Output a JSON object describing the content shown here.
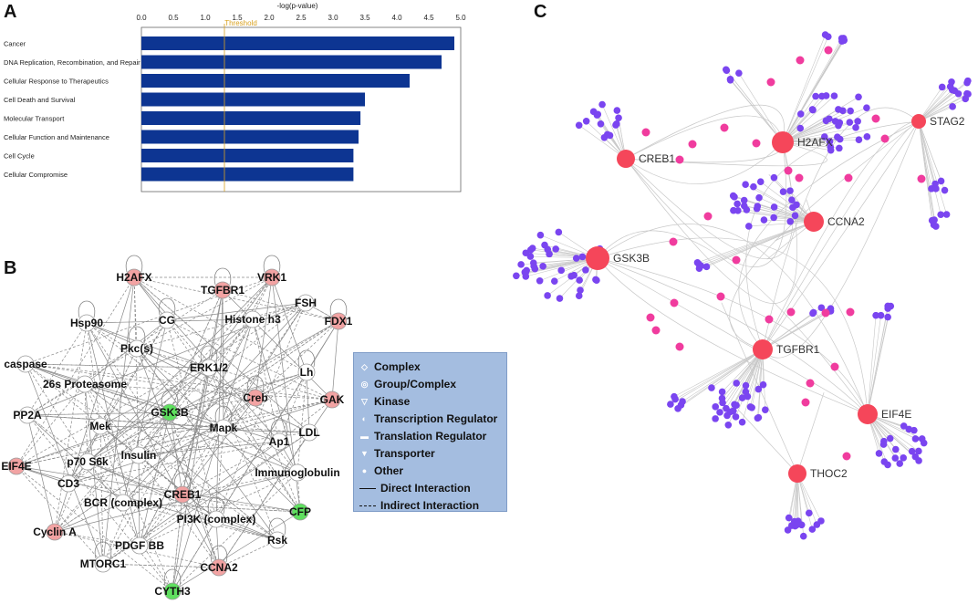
{
  "panels": {
    "a": "A",
    "b": "B",
    "c": "C"
  },
  "chart_data": {
    "type": "bar",
    "orientation": "horizontal",
    "xlabel": "-log(p-value)",
    "xlim": [
      0,
      5.0
    ],
    "ticks": [
      "0.0",
      "0.5",
      "1.0",
      "1.5",
      "2.0",
      "2.5",
      "3.0",
      "3.5",
      "4.0",
      "4.5",
      "5.0"
    ],
    "threshold": {
      "label": "Threshold",
      "value": 1.3
    },
    "categories": [
      "Cancer",
      "DNA Replication, Recombination, and Repair",
      "Cellular Response to Therapeutics",
      "Cell Death and Survival",
      "Molecular Transport",
      "Cellular Function and Maintenance",
      "Cell Cycle",
      "Cellular Compromise"
    ],
    "values": [
      4.9,
      4.7,
      4.2,
      3.5,
      3.43,
      3.4,
      3.32,
      3.32
    ],
    "bar_color": "#0d3592",
    "threshold_color": "#d9a11f"
  },
  "network_b": {
    "nodes": [
      {
        "label": "H2AFX",
        "type": "up"
      },
      {
        "label": "TGFBR1",
        "type": "up"
      },
      {
        "label": "VRK1",
        "type": "up"
      },
      {
        "label": "FSH",
        "type": "none"
      },
      {
        "label": "FDX1",
        "type": "up"
      },
      {
        "label": "Hsp90",
        "type": "none"
      },
      {
        "label": "CG",
        "type": "none"
      },
      {
        "label": "Histone h3",
        "type": "none"
      },
      {
        "label": "Pkc(s)",
        "type": "none"
      },
      {
        "label": "caspase",
        "type": "none"
      },
      {
        "label": "ERK1/2",
        "type": "none"
      },
      {
        "label": "Lh",
        "type": "none"
      },
      {
        "label": "26s Proteasome",
        "type": "none"
      },
      {
        "label": "Creb",
        "type": "up"
      },
      {
        "label": "GAK",
        "type": "up"
      },
      {
        "label": "PP2A",
        "type": "none"
      },
      {
        "label": "GSK3B",
        "type": "down"
      },
      {
        "label": "Mek",
        "type": "none"
      },
      {
        "label": "Mapk",
        "type": "none"
      },
      {
        "label": "LDL",
        "type": "none"
      },
      {
        "label": "p70 S6k",
        "type": "none"
      },
      {
        "label": "Ap1",
        "type": "none"
      },
      {
        "label": "Insulin",
        "type": "none"
      },
      {
        "label": "EIF4E",
        "type": "up"
      },
      {
        "label": "Immunoglobulin",
        "type": "none"
      },
      {
        "label": "CD3",
        "type": "none"
      },
      {
        "label": "CREB1",
        "type": "up"
      },
      {
        "label": "BCR (complex)",
        "type": "none"
      },
      {
        "label": "CFP",
        "type": "down"
      },
      {
        "label": "PI3K (complex)",
        "type": "none"
      },
      {
        "label": "Cyclin A",
        "type": "up"
      },
      {
        "label": "Rsk",
        "type": "none"
      },
      {
        "label": "PDGF BB",
        "type": "none"
      },
      {
        "label": "MTORC1",
        "type": "none"
      },
      {
        "label": "CCNA2",
        "type": "up"
      },
      {
        "label": "CYTH3",
        "type": "down"
      }
    ],
    "colors": {
      "up": "#f2a3a3",
      "down": "#5fe05f",
      "none": "#ffffff"
    },
    "legend": [
      {
        "label": "Complex",
        "icon": "complex-icon"
      },
      {
        "label": "Group/Complex",
        "icon": "group-complex-icon"
      },
      {
        "label": "Kinase",
        "icon": "kinase-icon"
      },
      {
        "label": "Transcription Regulator",
        "icon": "transcription-regulator-icon"
      },
      {
        "label": "Translation Regulator",
        "icon": "translation-regulator-icon"
      },
      {
        "label": "Transporter",
        "icon": "transporter-icon"
      },
      {
        "label": "Other",
        "icon": "other-icon"
      },
      {
        "label": "Direct Interaction",
        "icon": "solid-line-icon"
      },
      {
        "label": "Indirect Interaction",
        "icon": "dashed-line-icon"
      }
    ]
  },
  "network_c": {
    "hubs": [
      "H2AFX",
      "STAG2",
      "CREB1",
      "CCNA2",
      "GSK3B",
      "TGFBR1",
      "EIF4E",
      "THOC2"
    ],
    "colors": {
      "hub": "#f5465a",
      "connector": "#f03c9e",
      "leaf": "#7a45f0",
      "edge": "#c8c8c8"
    }
  }
}
